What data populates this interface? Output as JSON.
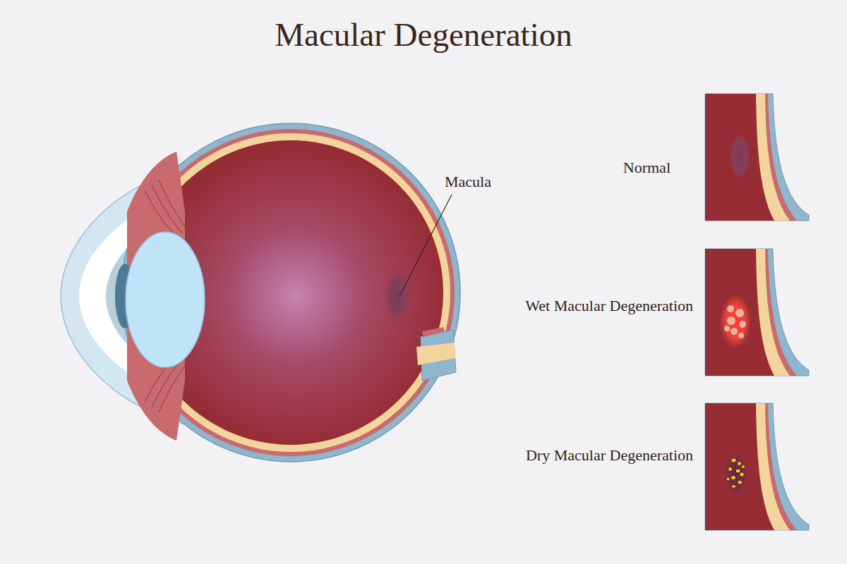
{
  "diagram": {
    "title": "Macular Degeneration",
    "labels": [
      "Macula",
      "Normal",
      "Wet Macular Degeneration",
      "Dry Macular Degeneration"
    ]
  }
}
